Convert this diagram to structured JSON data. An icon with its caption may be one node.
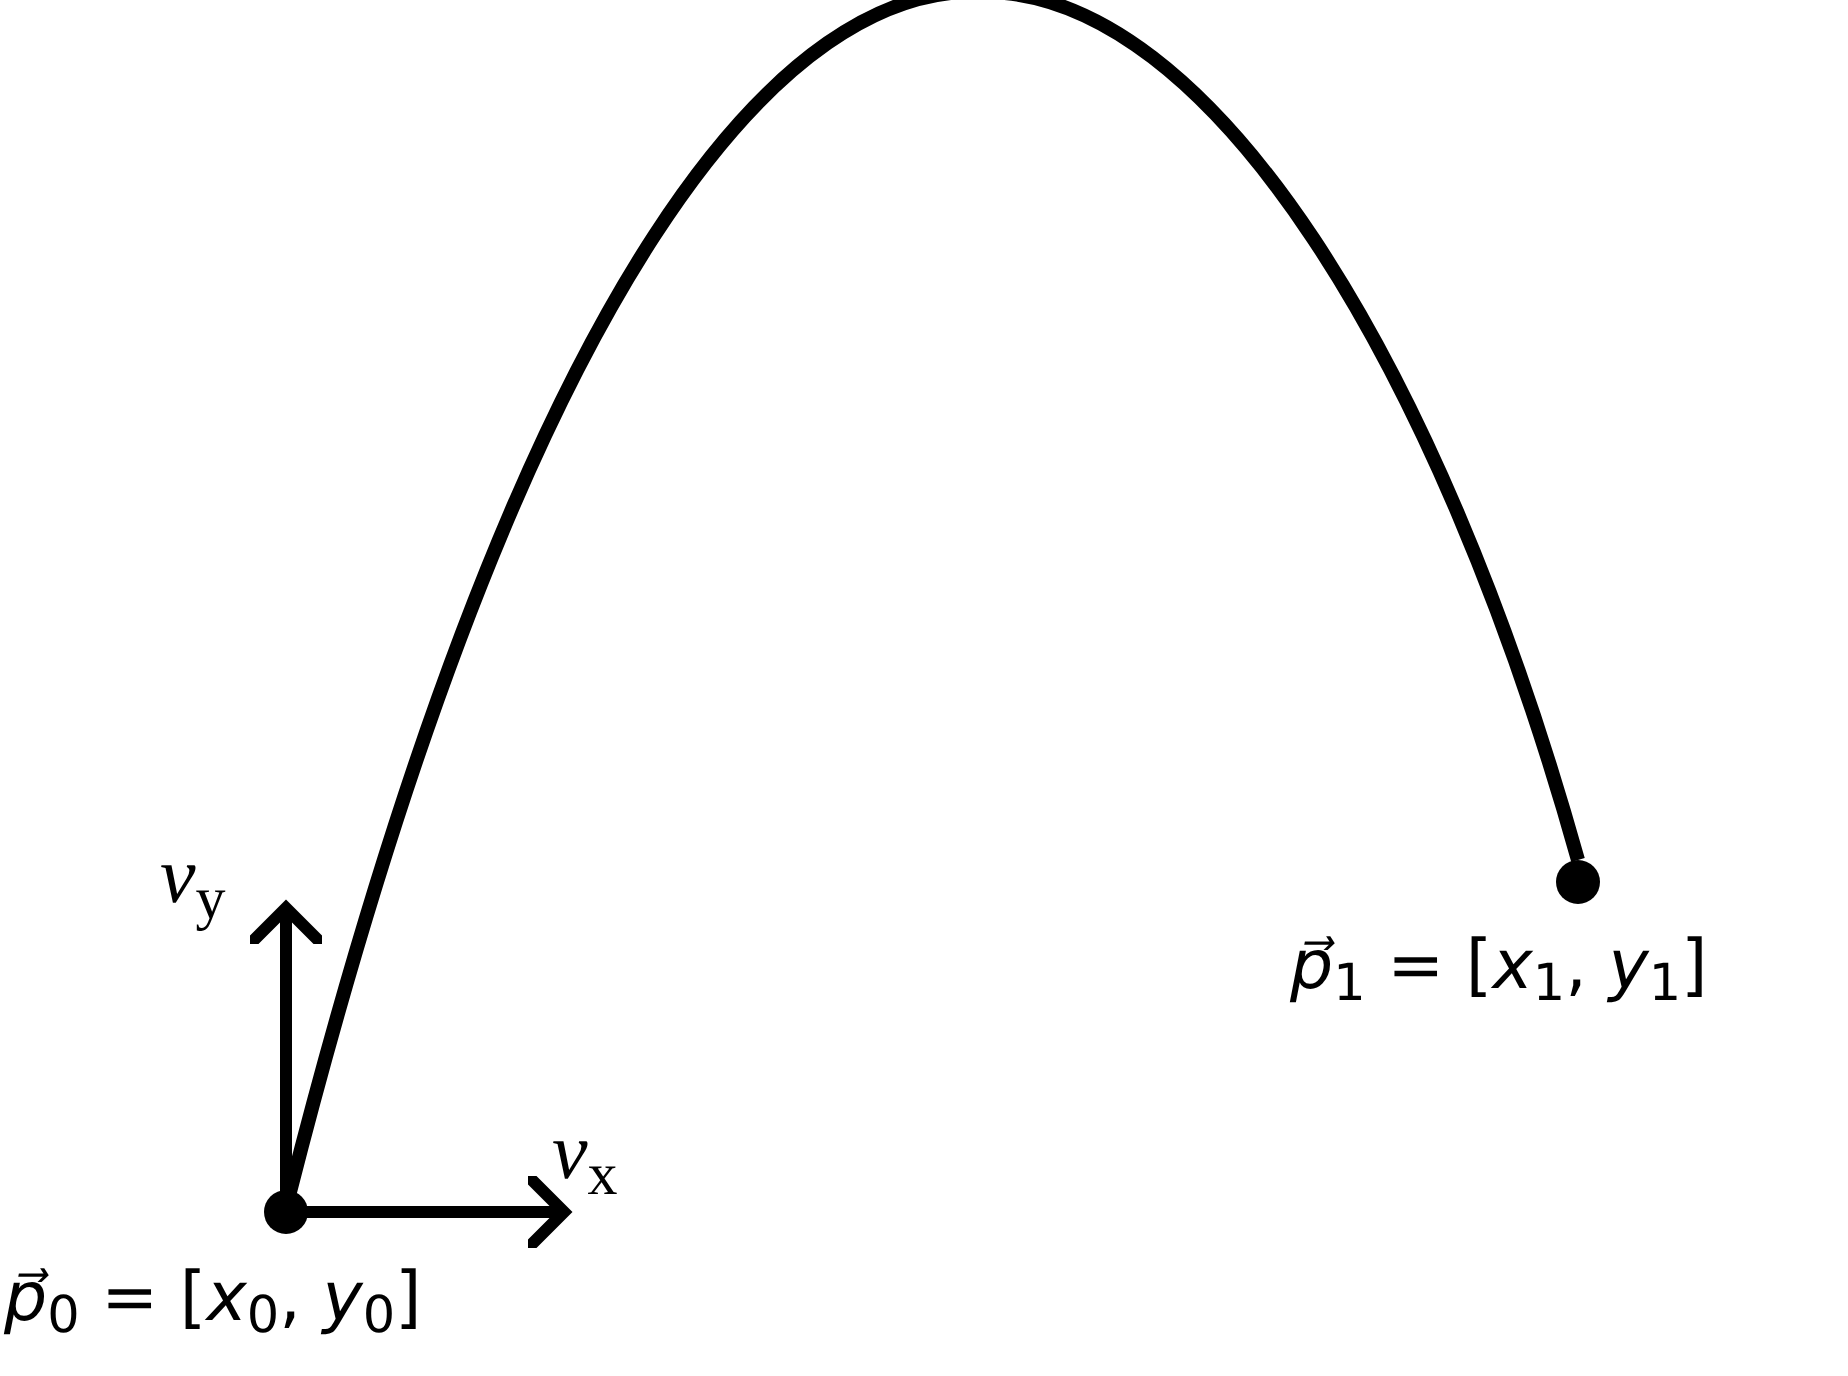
{
  "diagram": {
    "nodes": [
      {
        "text": [],
        "shape": "circle",
        "beside": [
          "*p⃗*$_{0}$ = [*x*$_{0}$, *y*$_{0}$]"
        ]
      },
      {
        "text": [],
        "shape": "circle",
        "beside": [
          "*p⃗*$_{1}$ = [*x*$_{1}$, *y*$_{1}$]"
        ]
      }
    ],
    "edges": [
      {
        "from": 0,
        "to": 1,
        "arrow": "none"
      }
    ],
    "labels": [
      "*v*$_{y}$",
      "*v*$_{x}$"
    ]
  }
}
